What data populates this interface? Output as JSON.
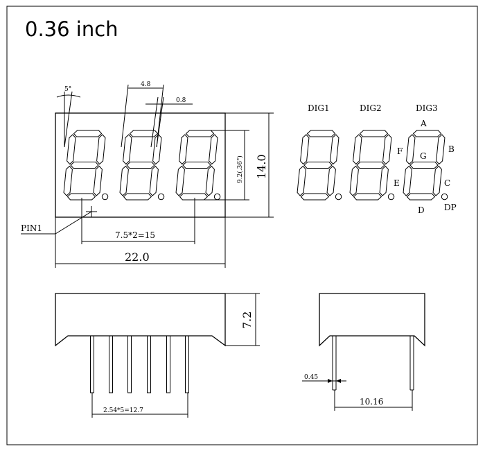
{
  "title": "0.36 inch",
  "dimensions": {
    "slant_angle": "5°",
    "digit_width": "4.8",
    "segment_width": "0.8",
    "digit_height": "9.2(.36\")",
    "total_height": "14.0",
    "digit_pitch": "7.5*2=15",
    "total_width": "22.0",
    "side_height": "7.2",
    "pin_pitch": "2.54*5=12.7",
    "pin_diameter": "0.45",
    "row_spacing": "10.16"
  },
  "labels": {
    "pin1": "PIN1",
    "digits": [
      "DIG1",
      "DIG2",
      "DIG3"
    ],
    "segments": {
      "a": "A",
      "b": "B",
      "c": "C",
      "d": "D",
      "e": "E",
      "f": "F",
      "g": "G",
      "dp": "DP"
    }
  }
}
